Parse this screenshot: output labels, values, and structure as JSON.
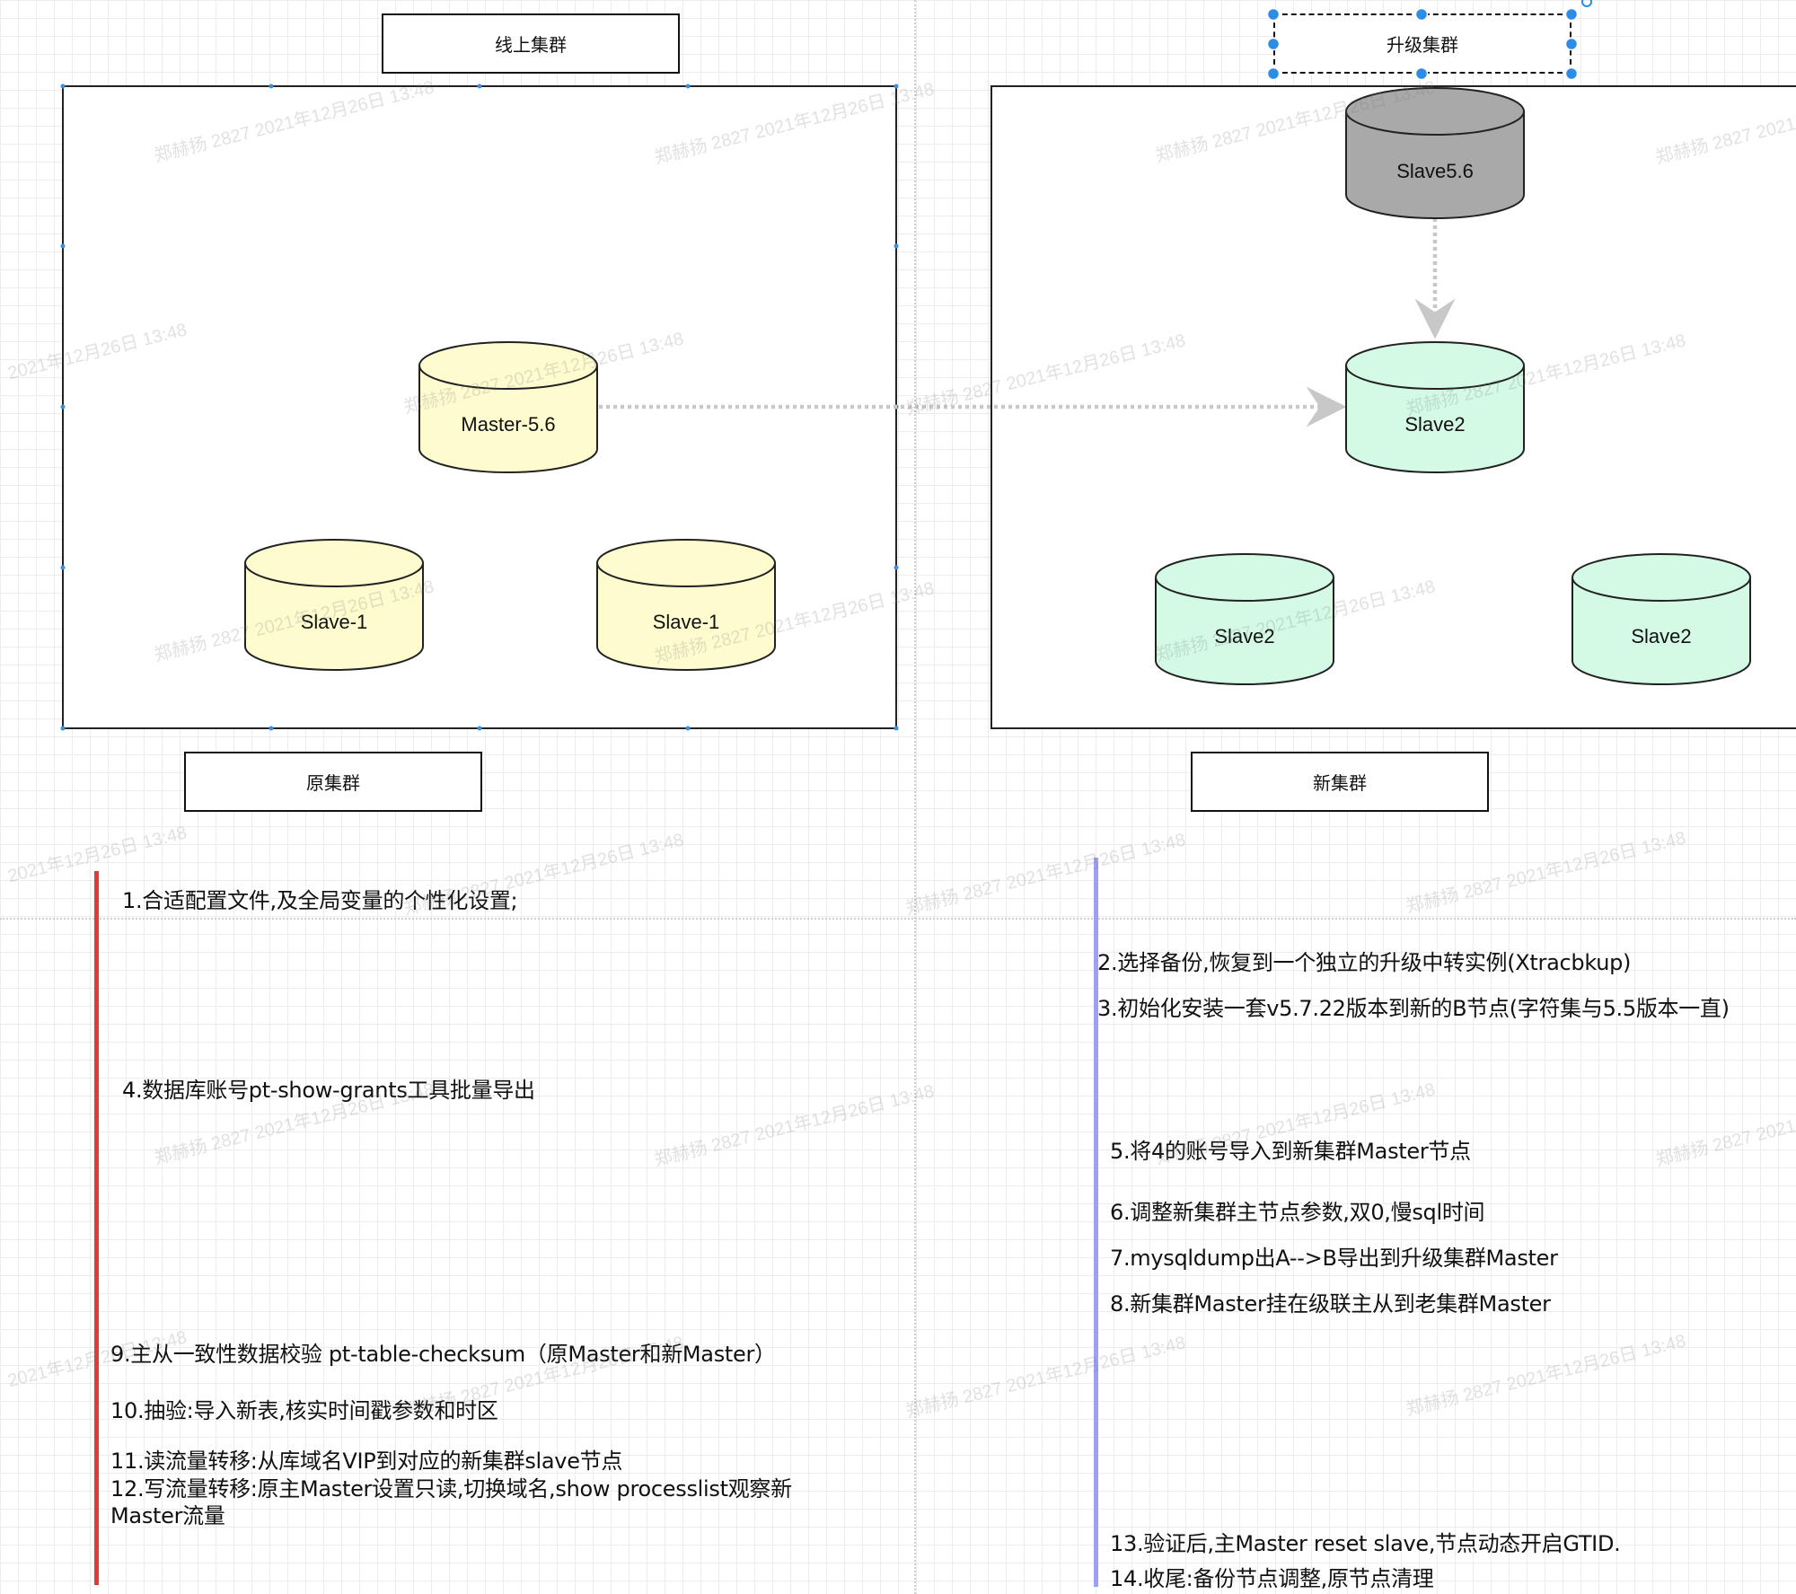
{
  "labels": {
    "online_cluster": "线上集群",
    "upgrade_cluster": "升级集群",
    "original_cluster": "原集群",
    "new_cluster": "新集群"
  },
  "nodes": {
    "master": "Master-5.6",
    "slave_left_1": "Slave-1",
    "slave_left_2": "Slave-1",
    "slave56": "Slave5.6",
    "slave2_center": "Slave2",
    "slave2_left": "Slave2",
    "slave2_right": "Slave2"
  },
  "colors": {
    "yellow_fill": "#fefccf",
    "green_fill": "#d4fae6",
    "gray_fill": "#a9a9a9",
    "red_line": "#e53935",
    "purple_line": "#a0a0f0",
    "selection_blue": "#2d8ce6",
    "arrow_gray": "#c8c8c8"
  },
  "steps": {
    "s1": "1.合适配置文件,及全局变量的个性化设置;",
    "s2": "2.选择备份,恢复到一个独立的升级中转实例(Xtracbkup)",
    "s3": "3.初始化安装一套v5.7.22版本到新的B节点(字符集与5.5版本一直)",
    "s4": "4.数据库账号pt-show-grants工具批量导出",
    "s5": "5.将4的账号导入到新集群Master节点",
    "s6": "6.调整新集群主节点参数,双0,慢sql时间",
    "s7": "7.mysqldump出A-->B导出到升级集群Master",
    "s8": "8.新集群Master挂在级联主从到老集群Master",
    "s9": "9.主从一致性数据校验 pt-table-checksum（原Master和新Master）",
    "s10": "10.抽验:导入新表,核实时间戳参数和时区",
    "s11": "11.读流量转移:从库域名VIP到对应的新集群slave节点",
    "s12": "12.写流量转移:原主Master设置只读,切换域名,show processlist观察新Master流量",
    "s13": "13.验证后,主Master reset slave,节点动态开启GTID.",
    "s14": "14.收尾:备份节点调整,原节点清理"
  },
  "watermark_text": "郑赫扬 2827 2021年12月26日 13:48",
  "watermark_date": "2021年12月26日 13:48"
}
